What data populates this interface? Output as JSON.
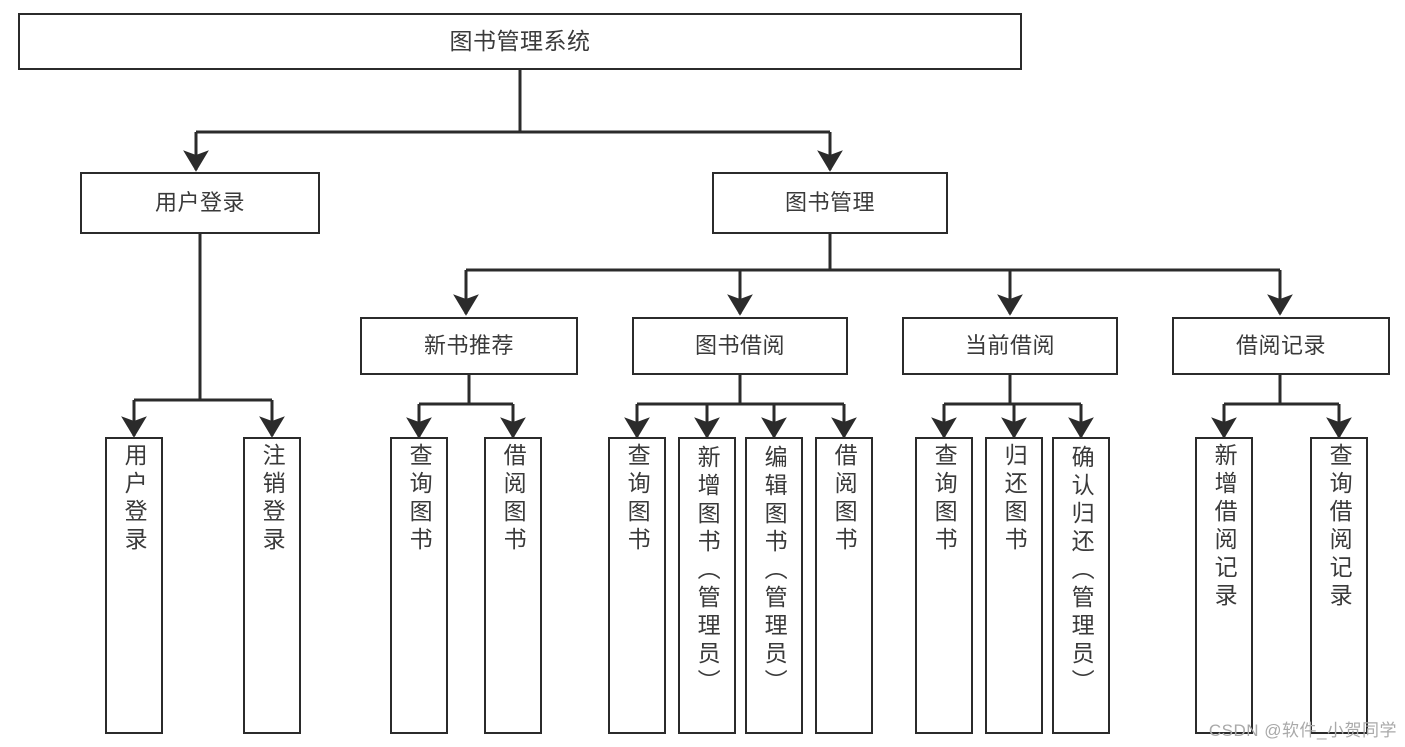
{
  "diagram": {
    "title": "图书管理系统",
    "type": "tree",
    "watermark": "CSDN @软件_小贺同学",
    "colors": {
      "box_border": "#2b2b2b",
      "box_fill": "#ffffff",
      "text": "#3a3a3a",
      "edge": "#2b2b2b",
      "watermark": "#a9a9a9",
      "background": "#ffffff"
    },
    "nodes": {
      "root": {
        "label": "图书管理系统",
        "level": 0,
        "orientation": "horizontal"
      },
      "l1": [
        {
          "id": "user-login",
          "label": "用户登录",
          "orientation": "horizontal"
        },
        {
          "id": "book-manage",
          "label": "图书管理",
          "orientation": "horizontal"
        }
      ],
      "l2": [
        {
          "id": "new-book-recommend",
          "label": "新书推荐",
          "parent": "book-manage",
          "orientation": "horizontal"
        },
        {
          "id": "book-borrow",
          "label": "图书借阅",
          "parent": "book-manage",
          "orientation": "horizontal"
        },
        {
          "id": "current-borrow",
          "label": "当前借阅",
          "parent": "book-manage",
          "orientation": "horizontal"
        },
        {
          "id": "borrow-record",
          "label": "借阅记录",
          "parent": "book-manage",
          "orientation": "horizontal"
        }
      ],
      "leaves": [
        {
          "id": "leaf-user-login",
          "label": "用户登录",
          "parent": "user-login",
          "orientation": "vertical"
        },
        {
          "id": "leaf-user-logout",
          "label": "注销登录",
          "parent": "user-login",
          "orientation": "vertical"
        },
        {
          "id": "leaf-query-book-1",
          "label": "查询图书",
          "parent": "new-book-recommend",
          "orientation": "vertical"
        },
        {
          "id": "leaf-borrow-book-1",
          "label": "借阅图书",
          "parent": "new-book-recommend",
          "orientation": "vertical"
        },
        {
          "id": "leaf-query-book-2",
          "label": "查询图书",
          "parent": "book-borrow",
          "orientation": "vertical"
        },
        {
          "id": "leaf-add-book",
          "label": "新增图书（管理员）",
          "parent": "book-borrow",
          "orientation": "vertical"
        },
        {
          "id": "leaf-edit-book",
          "label": "编辑图书（管理员）",
          "parent": "book-borrow",
          "orientation": "vertical"
        },
        {
          "id": "leaf-borrow-book-2",
          "label": "借阅图书",
          "parent": "book-borrow",
          "orientation": "vertical"
        },
        {
          "id": "leaf-query-book-3",
          "label": "查询图书",
          "parent": "current-borrow",
          "orientation": "vertical"
        },
        {
          "id": "leaf-return-book",
          "label": "归还图书",
          "parent": "current-borrow",
          "orientation": "vertical"
        },
        {
          "id": "leaf-confirm-return",
          "label": "确认归还（管理员）",
          "parent": "current-borrow",
          "orientation": "vertical"
        },
        {
          "id": "leaf-add-record",
          "label": "新增借阅记录",
          "parent": "borrow-record",
          "orientation": "vertical"
        },
        {
          "id": "leaf-query-record",
          "label": "查询借阅记录",
          "parent": "borrow-record",
          "orientation": "vertical"
        }
      ]
    }
  }
}
